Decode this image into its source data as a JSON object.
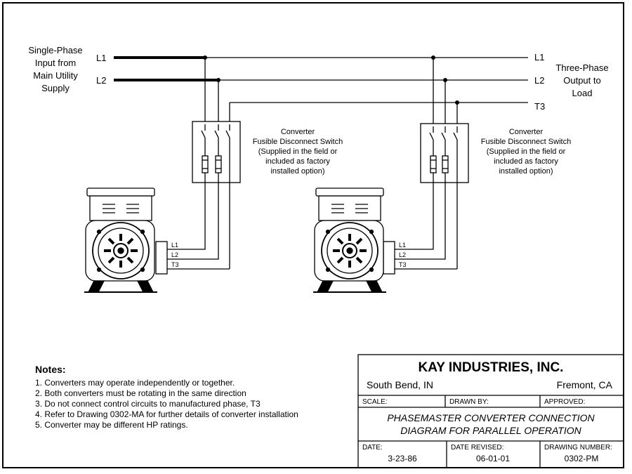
{
  "input_label": [
    "Single-Phase",
    "Input from",
    "Main Utility",
    "Supply"
  ],
  "output_label": [
    "Three-Phase",
    "Output to",
    "Load"
  ],
  "lines_in": [
    "L1",
    "L2"
  ],
  "lines_out": [
    "L1",
    "L2",
    "T3"
  ],
  "converter_terminals": [
    "L1",
    "L2",
    "T3"
  ],
  "switch_label": [
    "Converter",
    "Fusible Disconnect Switch",
    "(Supplied in the field or",
    "included as factory",
    "installed option)"
  ],
  "notes": {
    "heading": "Notes:",
    "items": [
      "1.  Converters may operate independently or together.",
      "2.  Both converters must be rotating in the same direction",
      "3.  Do not connect control circuits to manufactured phase, T3",
      "4.  Refer to Drawing 0302-MA for further details of converter installation",
      "5.  Converter may be different HP ratings."
    ]
  },
  "title_block": {
    "company": "KAY INDUSTRIES, INC.",
    "city_left": "South Bend, IN",
    "city_right": "Fremont, CA",
    "scale_label": "SCALE:",
    "drawn_by_label": "DRAWN BY:",
    "approved_label": "APPROVED:",
    "title_line1": "PHASEMASTER CONVERTER CONNECTION",
    "title_line2": "DIAGRAM FOR PARALLEL OPERATION",
    "date_label": "DATE:",
    "date_value": "3-23-86",
    "date_revised_label": "DATE REVISED:",
    "date_revised_value": "06-01-01",
    "drawing_number_label": "DRAWING NUMBER:",
    "drawing_number_value": "0302-PM"
  }
}
